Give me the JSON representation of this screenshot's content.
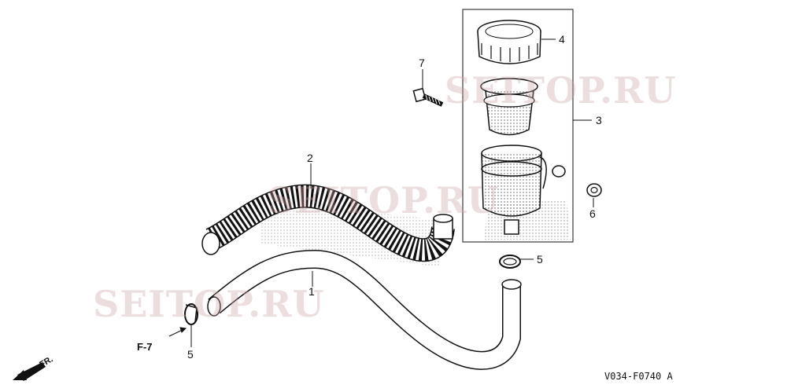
{
  "watermarks": [
    "SEITOP.RU",
    "SEITOP.RU",
    "SEITOP.RU"
  ],
  "callouts": {
    "c1": "1",
    "c2": "2",
    "c3": "3",
    "c4": "4",
    "c5a": "5",
    "c5b": "5",
    "c6": "6",
    "c7": "7"
  },
  "reference": "F-7",
  "direction_label": "FR.",
  "diagram_code": "V034-F0740 A",
  "colors": {
    "line": "#111111",
    "watermark": "#c8a0a0"
  }
}
